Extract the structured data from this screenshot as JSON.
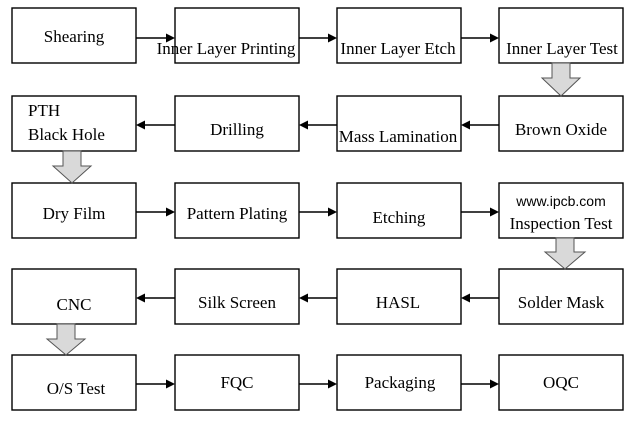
{
  "steps": {
    "shearing": "Shearing",
    "inner_layer_printing": "Inner Layer Printing",
    "inner_layer_etch": "Inner Layer Etch",
    "inner_layer_test": "Inner Layer Test",
    "brown_oxide": "Brown Oxide",
    "mass_lamination": "Mass Lamination",
    "drilling": "Drilling",
    "pth_line1": "PTH",
    "pth_line2": "Black Hole",
    "dry_film": "Dry Film",
    "pattern_plating": "Pattern Plating",
    "etching": "Etching",
    "inspection_test": "Inspection Test",
    "solder_mask": "Solder Mask",
    "hasl": "HASL",
    "silk_screen": "Silk Screen",
    "cnc": "CNC",
    "os_test": "O/S Test",
    "fqc": "FQC",
    "packaging": "Packaging",
    "oqc": "OQC"
  },
  "watermark": "www.ipcb.com"
}
